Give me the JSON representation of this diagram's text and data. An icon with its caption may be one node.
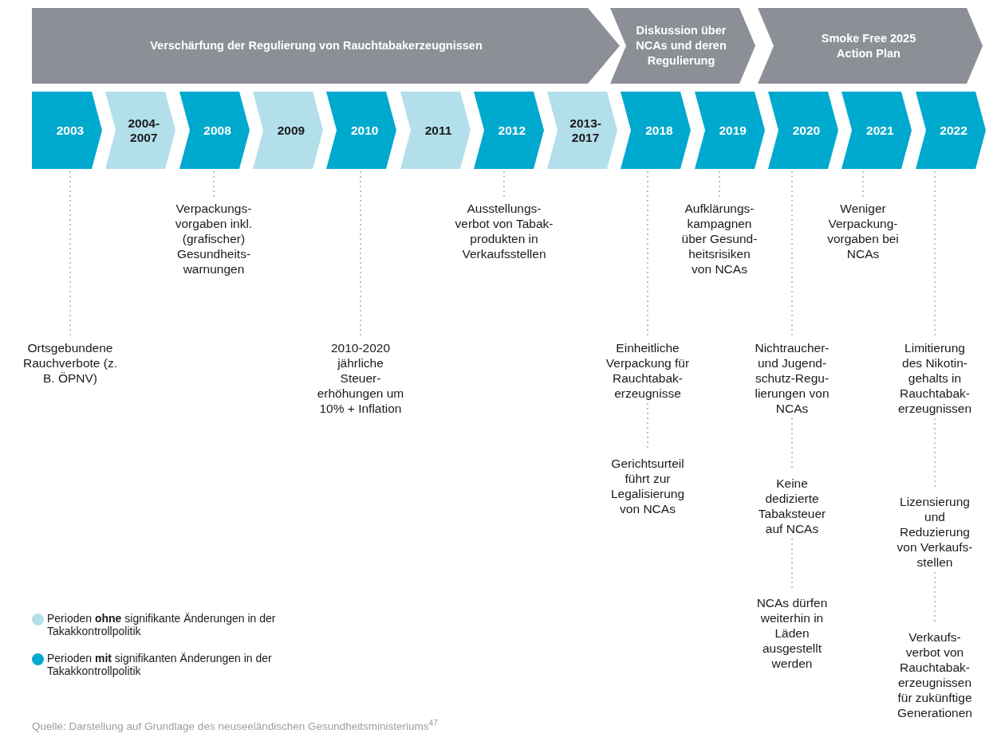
{
  "diagram": {
    "nodes": [
      {
        "text": [
          "Verschärfung der Regulierung von Rauchtabakerzeugnissen"
        ]
      },
      {
        "text": [
          "Diskussion über NCAs und deren Regulierung"
        ]
      },
      {
        "text": [
          "Smoke Free 2025 Action Plan"
        ]
      },
      {
        "text": [
          "2003"
        ]
      },
      {
        "text": [
          "2004- 2007"
        ]
      },
      {
        "text": [
          "2008"
        ]
      },
      {
        "text": [
          "2009"
        ]
      },
      {
        "text": [
          "2010"
        ]
      },
      {
        "text": [
          "2011"
        ]
      },
      {
        "text": [
          "2012"
        ]
      },
      {
        "text": [
          "2013- 2017"
        ]
      },
      {
        "text": [
          "2018"
        ]
      },
      {
        "text": [
          "2019"
        ]
      },
      {
        "text": [
          "2020"
        ]
      },
      {
        "text": [
          "2021"
        ]
      },
      {
        "text": [
          "2022"
        ]
      },
      {
        "text": [
          "Ortsgebundene Rauchverbote (z. B. ÖPNV)"
        ]
      },
      {
        "text": [
          "Verpackungs- vorgaben inkl. (grafischer) Gesundheits- warnungen"
        ]
      },
      {
        "text": [
          "2010-2020 jährliche Steuer- erhöhungen um 10% + Inflation"
        ]
      },
      {
        "text": [
          "Ausstellungs- verbot von Tabak- produkten in Verkaufsstellen"
        ]
      },
      {
        "text": [
          "Einheitliche Verpackung für Rauchtabak- erzeugnisse"
        ]
      },
      {
        "text": [
          "Gerichtsurteil führt zur Legalisierung von NCAs"
        ]
      },
      {
        "text": [
          "Aufklärungs- kampagnen über Gesund- heitsrisiken von NCAs"
        ]
      },
      {
        "text": [
          "Nichtraucher- und Jugend- schutz-Regu- lierungen von NCAs"
        ]
      },
      {
        "text": [
          "Keine dedizierte Tabaksteuer auf NCAs"
        ]
      },
      {
        "text": [
          "NCAs dürfen weiterhin in Läden ausgestellt werden"
        ]
      },
      {
        "text": [
          "Weniger Verpackung- vorgaben bei NCAs"
        ]
      },
      {
        "text": [
          "Limitierung des Nikotin- gehalts in Rauchtabak- erzeugnissen"
        ]
      },
      {
        "text": [
          "Lizensierung und Reduzierung von Verkaufs- stellen"
        ]
      },
      {
        "text": [
          "Verkaufs- verbot von Rauchtabak- erzeugnissen für zukünftige Generationen"
        ]
      }
    ],
    "edges": [
      {
        "from": 3,
        "to": 16,
        "arrow": "none",
        "style": "dashed"
      },
      {
        "from": 5,
        "to": 17,
        "arrow": "none",
        "style": "dashed"
      },
      {
        "from": 7,
        "to": 18,
        "arrow": "none",
        "style": "dashed"
      },
      {
        "from": 9,
        "to": 19,
        "arrow": "none",
        "style": "dashed"
      },
      {
        "from": 11,
        "to": 20,
        "arrow": "none",
        "style": "dashed"
      },
      {
        "from": 20,
        "to": 21,
        "arrow": "none",
        "style": "dashed"
      },
      {
        "from": 12,
        "to": 22,
        "arrow": "none",
        "style": "dashed"
      },
      {
        "from": 13,
        "to": 23,
        "arrow": "none",
        "style": "dashed"
      },
      {
        "from": 23,
        "to": 24,
        "arrow": "none",
        "style": "dashed"
      },
      {
        "from": 24,
        "to": 25,
        "arrow": "none",
        "style": "dashed"
      },
      {
        "from": 14,
        "to": 26,
        "arrow": "none",
        "style": "dashed"
      },
      {
        "from": 15,
        "to": 27,
        "arrow": "none",
        "style": "dashed"
      },
      {
        "from": 27,
        "to": 28,
        "arrow": "none",
        "style": "dashed"
      },
      {
        "from": 28,
        "to": 29,
        "arrow": "none",
        "style": "dashed"
      }
    ],
    "labels": [
      "Quelle: Darstellung auf Grundlage des neuseeländischen Gesundheitsministeriums$^{47}$"
    ],
    "legend": [
      {
        "text": "Perioden **ohne** signifikante Änderungen in der Takakkontrollpolitik",
        "color": "#b3dfeb"
      },
      {
        "text": "Perioden **mit** signifikanten Änderungen in der Takakkontrollpolitik",
        "color": "#00a9ce"
      }
    ]
  }
}
